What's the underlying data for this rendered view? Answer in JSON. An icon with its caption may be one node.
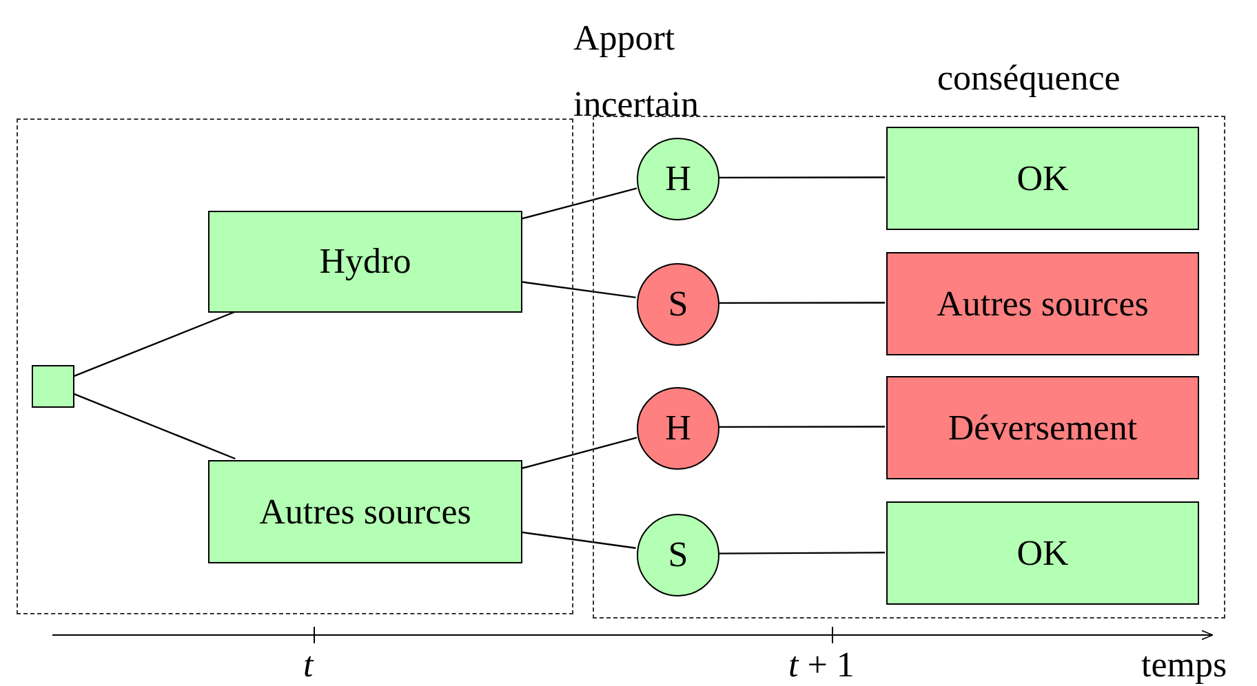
{
  "diagram": {
    "nodes": [
      {
        "text": [],
        "shape": "frame"
      },
      {
        "text": [],
        "shape": "box",
        "in": 0
      },
      {
        "text": [
          "Hydro"
        ],
        "in": 0
      },
      {
        "text": [
          "Autres sources"
        ],
        "in": 0
      },
      {
        "text": [],
        "shape": "frame"
      },
      {
        "text": [
          "H"
        ],
        "in": 4
      },
      {
        "text": [
          "S"
        ],
        "in": 4
      },
      {
        "text": [
          "H"
        ],
        "in": 4
      },
      {
        "text": [
          "S"
        ],
        "in": 4
      },
      {
        "text": [
          "OK"
        ],
        "in": 4
      },
      {
        "text": [
          "Autres sources"
        ],
        "in": 4
      },
      {
        "text": [
          "Déversement"
        ],
        "in": 4
      },
      {
        "text": [
          "OK"
        ],
        "in": 4
      }
    ],
    "edges": [
      {
        "from": 1,
        "to": 2,
        "arrow": "none"
      },
      {
        "from": 1,
        "to": 3,
        "arrow": "none"
      },
      {
        "from": 2,
        "to": 5,
        "arrow": "none"
      },
      {
        "from": 2,
        "to": 6,
        "arrow": "none"
      },
      {
        "from": 3,
        "to": 7,
        "arrow": "none"
      },
      {
        "from": 3,
        "to": 8,
        "arrow": "none"
      },
      {
        "from": 5,
        "to": 9,
        "arrow": "none"
      },
      {
        "from": 6,
        "to": 10,
        "arrow": "none"
      },
      {
        "from": 7,
        "to": 11,
        "arrow": "none"
      },
      {
        "from": 8,
        "to": 12,
        "arrow": "none"
      }
    ],
    "labels": [
      "Apport incertain",
      "conséquence",
      "t",
      "*t* + 1",
      "temps"
    ]
  }
}
